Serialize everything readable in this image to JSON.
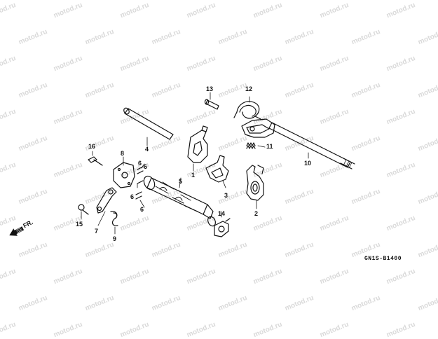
{
  "watermark": "motod.ru",
  "diagram_code": "GN1S-B1400",
  "front_label": "FR.",
  "callouts": [
    "1",
    "2",
    "3",
    "4",
    "5",
    "6",
    "6",
    "6",
    "6",
    "7",
    "8",
    "9",
    "10",
    "11",
    "12",
    "13",
    "14",
    "15",
    "16"
  ],
  "colors": {
    "line": "#111111",
    "watermark": "#d9d9d9",
    "background": "#ffffff"
  }
}
